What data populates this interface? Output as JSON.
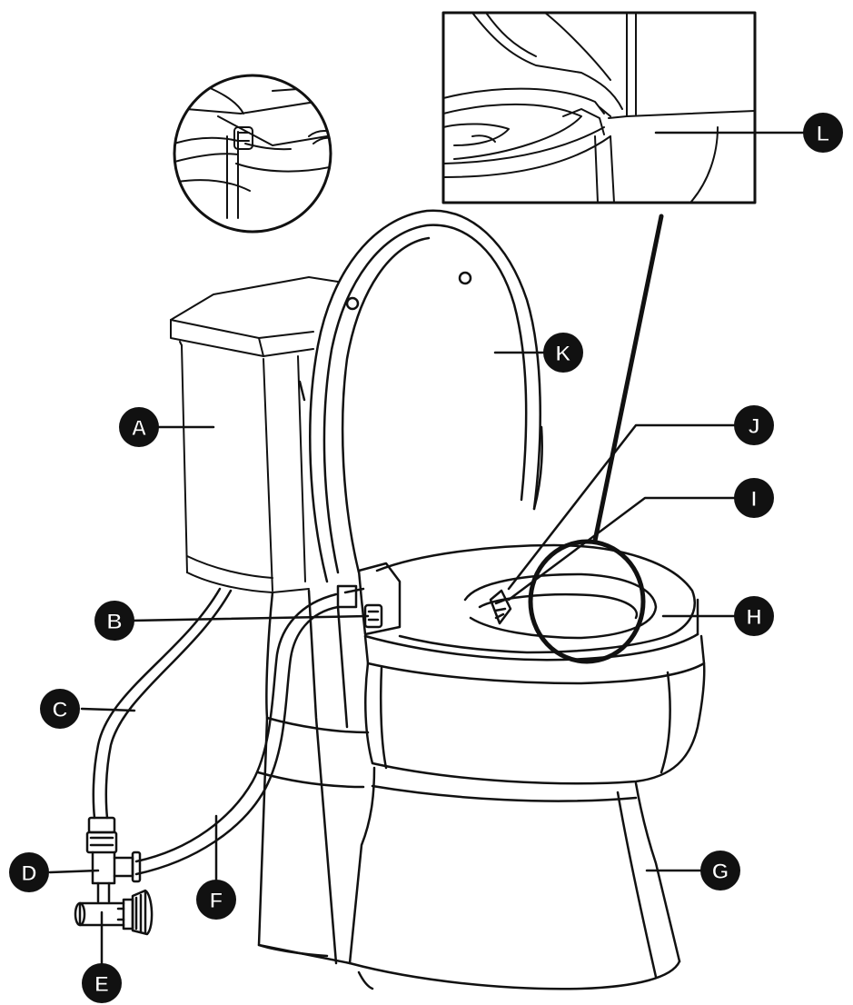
{
  "callouts": [
    {
      "id": "A",
      "label": "A"
    },
    {
      "id": "B",
      "label": "B"
    },
    {
      "id": "C",
      "label": "C"
    },
    {
      "id": "D",
      "label": "D"
    },
    {
      "id": "E",
      "label": "E"
    },
    {
      "id": "F",
      "label": "F"
    },
    {
      "id": "G",
      "label": "G"
    },
    {
      "id": "H",
      "label": "H"
    },
    {
      "id": "I",
      "label": "I"
    },
    {
      "id": "J",
      "label": "J"
    },
    {
      "id": "K",
      "label": "K"
    },
    {
      "id": "L",
      "label": "L"
    }
  ],
  "colors": {
    "ink": "#111111",
    "paper": "#ffffff"
  }
}
